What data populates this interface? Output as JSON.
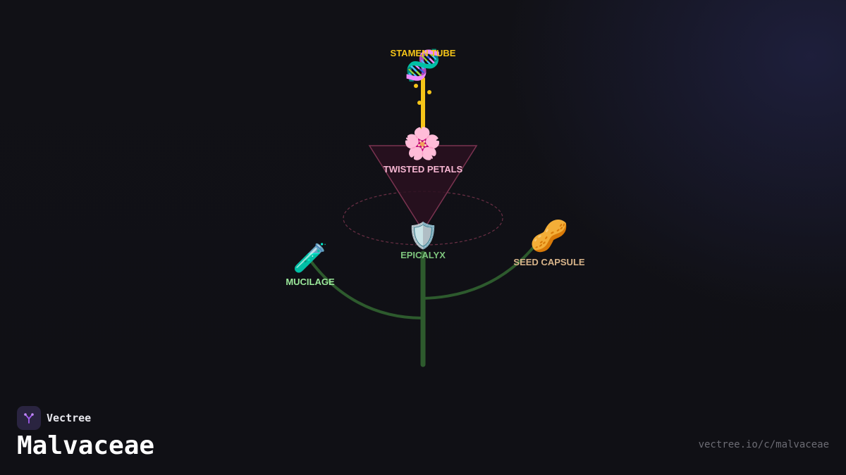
{
  "brand": {
    "name": "Vectree",
    "logo_icon": "tree-branch-icon",
    "accent_color": "#a35cf0"
  },
  "page": {
    "title": "Malvaceae",
    "url": "vectree.io/c/malvaceae"
  },
  "diagram": {
    "nodes": {
      "stamen_tube": {
        "label": "STAMEN TUBE",
        "icon": "dna-icon",
        "glyph": "🧬",
        "color": "#f5c518"
      },
      "twisted_petals": {
        "label": "TWISTED PETALS",
        "icon": "flower-icon",
        "glyph": "🌸",
        "color": "#f7b6d2"
      },
      "epicalyx": {
        "label": "EPICALYX",
        "icon": "shield-icon",
        "glyph": "🛡️",
        "color": "#7dc47d"
      },
      "mucilage": {
        "label": "MUCILAGE",
        "icon": "test-tube-icon",
        "glyph": "🧪",
        "color": "#9be89b"
      },
      "seed_capsule": {
        "label": "SEED CAPSULE",
        "icon": "peanut-icon",
        "glyph": "🥜",
        "color": "#d8b48a"
      }
    },
    "colors": {
      "stem": "#2d5a2d",
      "stamen": "#f5c518",
      "petal_fill": "#2a1020",
      "petal_stroke": "#7a3350",
      "ellipse_stroke": "#6a2f45"
    }
  }
}
